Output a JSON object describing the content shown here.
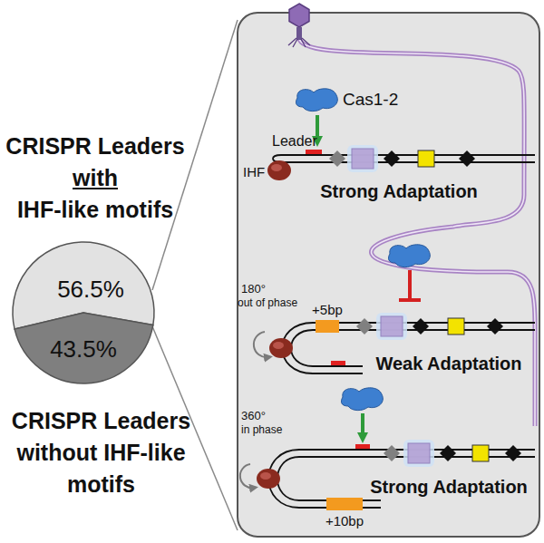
{
  "diagram": {
    "nodes": [
      {
        "text": [
          "56.5%"
        ]
      },
      {
        "text": [
          "43.5%"
        ]
      }
    ],
    "labels": [
      "CRISPR Leaders",
      "with",
      "IHF-like motifs",
      "CRISPR Leaders without IHF-like motifs",
      "Cas1-2",
      "Leader",
      "IHF",
      "Strong Adaptation",
      "+5bp",
      "180°",
      "out of phase",
      "Weak Adaptation",
      "360°",
      "in phase",
      "+10bp",
      "Strong Adaptation"
    ]
  }
}
